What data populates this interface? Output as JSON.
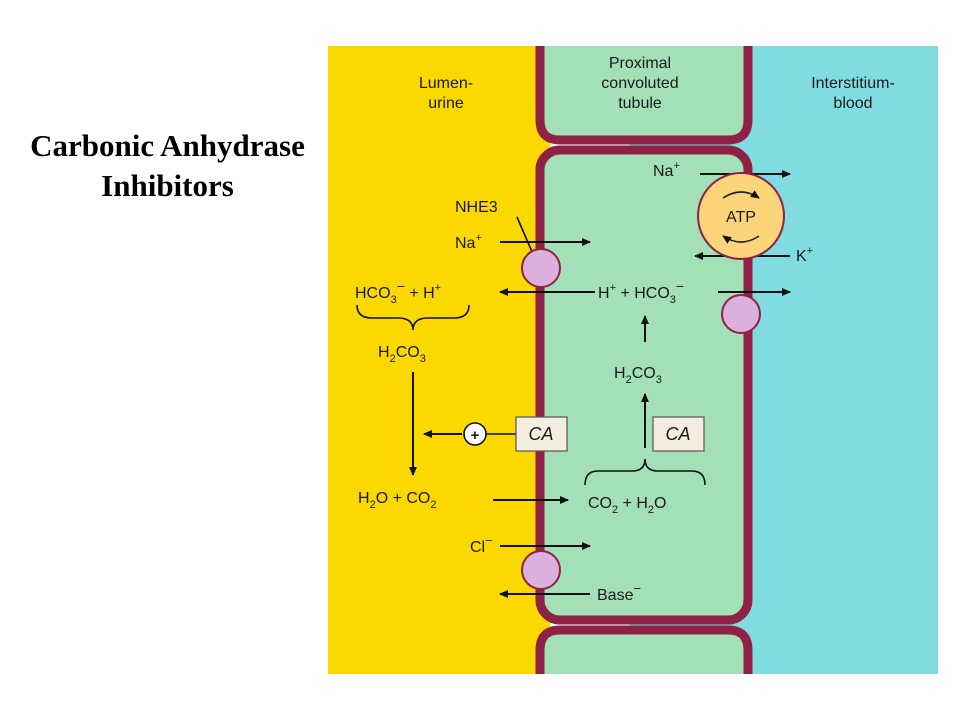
{
  "title": {
    "line1": "Carbonic Anhydrase",
    "line2": "Inhibitors"
  },
  "diagram": {
    "regions": {
      "lumen": [
        "Lumen-",
        "urine"
      ],
      "tubule": [
        "Proximal",
        "convoluted",
        "tubule"
      ],
      "interstitium": [
        "Interstitium-",
        "blood"
      ]
    },
    "labels": {
      "nhe3": "NHE3",
      "na_plus": "Na",
      "plus": "+",
      "minus": "−",
      "k_plus": "K",
      "atp": "ATP",
      "hco3": "HCO",
      "h2co3": "H",
      "co3_tail": "CO",
      "h2o": "H",
      "o": "O",
      "co2": "CO",
      "sub2": "2",
      "sub3": "3",
      "ca": "CA",
      "cl": "Cl",
      "base": "Base",
      "plus_sign": "+"
    },
    "colors": {
      "lumen": "#fbd800",
      "tubule": "#a3dfb7",
      "interstitium": "#80dce0",
      "membrane": "#8e2144",
      "transporter": "#dcb0dc",
      "atp_pump": "#fcd57a"
    }
  }
}
